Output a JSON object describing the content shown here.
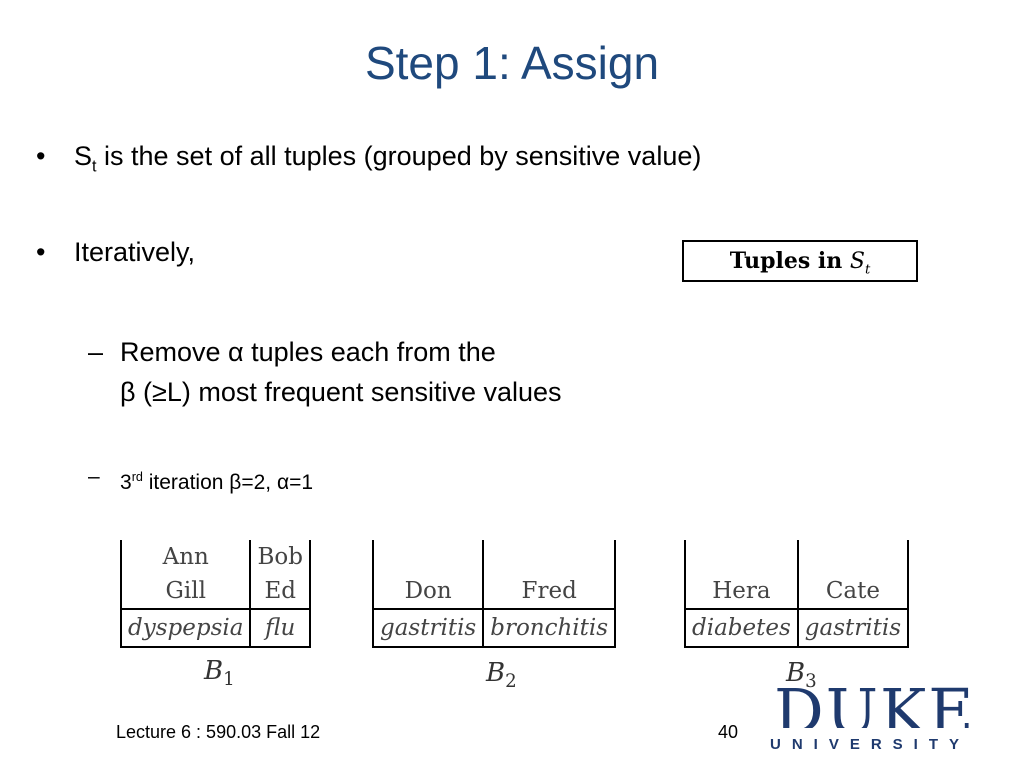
{
  "slide": {
    "title": "Step 1: Assign",
    "bullet1": {
      "s": "S",
      "sub": "t",
      "rest": " is the set of all tuples (grouped by sensitive value)"
    },
    "bullet2": "Iteratively,",
    "sub1": {
      "line1": "Remove α tuples each from the",
      "line2": "β (≥L) most frequent sensitive values"
    },
    "sub2": {
      "pre": "3",
      "sup": "rd",
      "post": " iteration β=2, α=1"
    },
    "tuples_box": {
      "label": "Tuples in ",
      "s": "S",
      "sub": "t"
    },
    "buckets": [
      {
        "label": "B",
        "index": "1",
        "cols": [
          {
            "names": [
              "Ann",
              "Gill"
            ],
            "value": "dyspepsia"
          },
          {
            "names": [
              "Bob",
              "Ed"
            ],
            "value": "flu"
          }
        ]
      },
      {
        "label": "B",
        "index": "2",
        "cols": [
          {
            "names": [
              "Don"
            ],
            "value": "gastritis"
          },
          {
            "names": [
              "Fred"
            ],
            "value": "bronchitis"
          }
        ]
      },
      {
        "label": "B",
        "index": "3",
        "cols": [
          {
            "names": [
              "Hera"
            ],
            "value": "diabetes"
          },
          {
            "names": [
              "Cate"
            ],
            "value": "gastritis"
          }
        ]
      }
    ],
    "footer": {
      "lecture": "Lecture 6 : 590.03 Fall 12",
      "page": "40"
    },
    "logo": {
      "word": "DUKE",
      "sub": "UNIVERSITY"
    }
  }
}
